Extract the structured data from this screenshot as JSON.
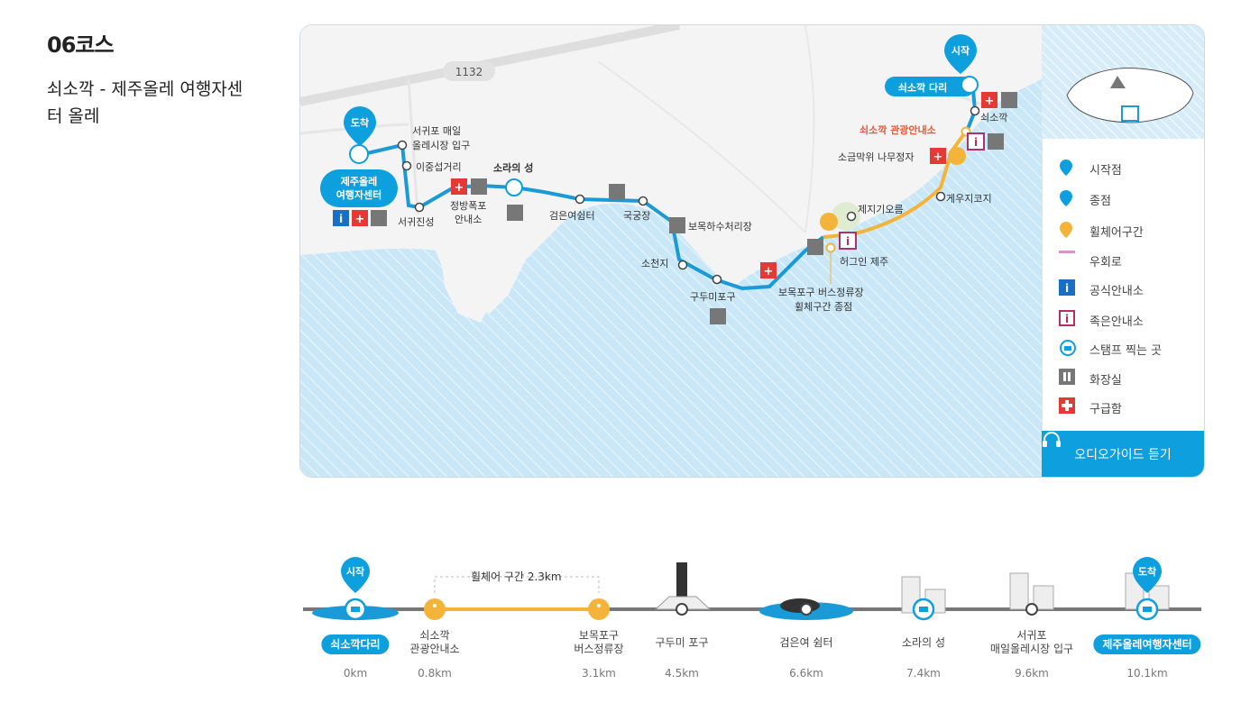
{
  "title": "06코스",
  "subtitle": "쇠소깍 - 제주올레 여행자센터 올레",
  "map": {
    "road_number": "1132",
    "start_badge": "시작",
    "end_badge": "도착",
    "start_name": "쇠소깍 다리",
    "end_name_line1": "제주올레",
    "end_name_line2": "여행자센터",
    "place_labels": {
      "seogwipo_market_1": "서귀포 매일",
      "seogwipo_market_2": "올레시장 입구",
      "ijung": "이중섭거리",
      "seogwijinseong": "서귀진성",
      "jeongbang_1": "정방폭포",
      "jeongbang_2": "안내소",
      "soraui_seong": "소라의 성",
      "geomeunyeo": "검은여쉼터",
      "gukgung": "국궁장",
      "bomok_sewage": "보목하수처리장",
      "socheonji": "소천지",
      "gudumi": "구두미포구",
      "bomok_bus_1": "보목포구 버스정류장",
      "bomok_bus_2": "휠체구간 종점",
      "jeji": "제지기오름",
      "hug": "허그인 제주",
      "gewoji": "게우지코지",
      "sogeummagwi": "소금막위 나무정자",
      "info_center": "쇠소깍 관광안내소",
      "soesokkak": "쇠소깍"
    }
  },
  "legend": {
    "items": [
      {
        "key": "start",
        "label": "시작점"
      },
      {
        "key": "end",
        "label": "종점"
      },
      {
        "key": "wheelchair",
        "label": "휠체어구간"
      },
      {
        "key": "detour",
        "label": "우회로"
      },
      {
        "key": "official_info",
        "label": "공식안내소"
      },
      {
        "key": "small_info",
        "label": "족은안내소"
      },
      {
        "key": "stamp",
        "label": "스탬프 찍는 곳"
      },
      {
        "key": "toilet",
        "label": "화장실"
      },
      {
        "key": "firstaid",
        "label": "구급함"
      }
    ],
    "audio_button": "오디오가이드 듣기"
  },
  "timeline": {
    "wheelchair_label": "휠체어 구간 2.3km",
    "start_badge": "시작",
    "end_badge": "도착",
    "stops": [
      {
        "name": "쇠소깍다리",
        "km": "0km",
        "km_value": 0,
        "highlight": true,
        "type": "stamp"
      },
      {
        "name": "쇠소깍\n관광안내소",
        "km": "0.8km",
        "km_value": 0.8,
        "type": "wheelchair"
      },
      {
        "name": "보목포구\n버스정류장",
        "km": "3.1km",
        "km_value": 3.1,
        "type": "wheelchair"
      },
      {
        "name": "구두미 포구",
        "km": "4.5km",
        "km_value": 4.5,
        "type": "point"
      },
      {
        "name": "검은여 쉼터",
        "km": "6.6km",
        "km_value": 6.6,
        "type": "point"
      },
      {
        "name": "소라의 성",
        "km": "7.4km",
        "km_value": 7.4,
        "type": "stamp"
      },
      {
        "name": "서귀포\n매일올레시장 입구",
        "km": "9.6km",
        "km_value": 9.6,
        "type": "point"
      },
      {
        "name": "제주올레여행자센터",
        "km": "10.1km",
        "km_value": 10.1,
        "highlight": true,
        "type": "stamp"
      }
    ]
  },
  "colors": {
    "route": "#1a9ad6",
    "wheelchair": "#f4b43a",
    "accent": "#0e9fdf",
    "firstaid": "#e53935",
    "info_red": "#e55a3a",
    "small_info": "#b0306a",
    "sea": "#c9e7f6",
    "land": "#f4f4f4"
  }
}
